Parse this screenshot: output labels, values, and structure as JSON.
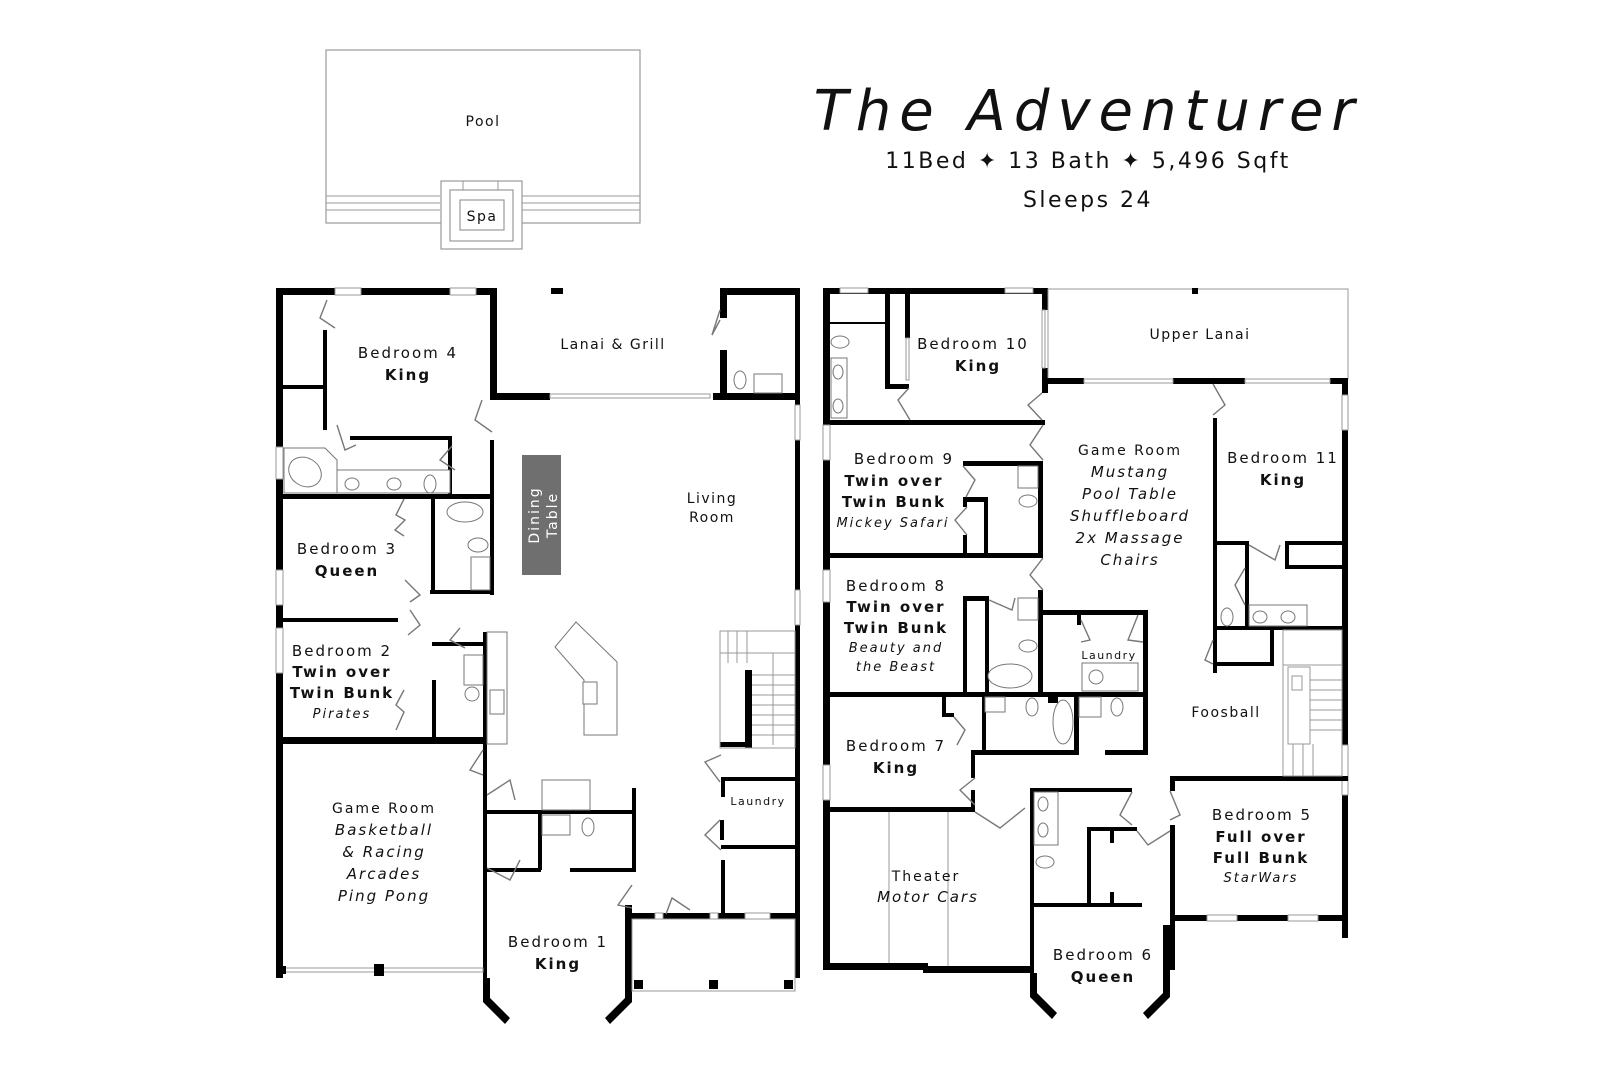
{
  "header": {
    "title": "The Adventurer",
    "stats": "11Bed ✦ 13 Bath ✦ 5,496 Sqft",
    "sleeps": "Sleeps 24"
  },
  "outdoor": {
    "pool": "Pool",
    "spa": "Spa"
  },
  "ground_floor": {
    "lanai": "Lanai & Grill",
    "dining": [
      "Dining",
      "Table"
    ],
    "living": [
      "Living",
      "Room"
    ],
    "laundry": "Laundry",
    "bedroom4": {
      "name": "Bedroom 4",
      "bed": "King"
    },
    "bedroom3": {
      "name": "Bedroom 3",
      "bed": "Queen"
    },
    "bedroom2": {
      "name": "Bedroom 2",
      "bed": [
        "Twin over",
        "Twin Bunk"
      ],
      "theme": "Pirates"
    },
    "bedroom1": {
      "name": "Bedroom 1",
      "bed": "King"
    },
    "game_room": {
      "name": "Game Room",
      "features": [
        "Basketball",
        "& Racing",
        "Arcades",
        "Ping Pong"
      ]
    }
  },
  "upper_floor": {
    "upper_lanai": "Upper Lanai",
    "bedroom10": {
      "name": "Bedroom 10",
      "bed": "King"
    },
    "bedroom9": {
      "name": "Bedroom 9",
      "bed": [
        "Twin over",
        "Twin Bunk"
      ],
      "theme": "Mickey Safari"
    },
    "bedroom8": {
      "name": "Bedroom 8",
      "bed": [
        "Twin over",
        "Twin Bunk"
      ],
      "theme": [
        "Beauty and",
        "the Beast"
      ]
    },
    "bedroom7": {
      "name": "Bedroom 7",
      "bed": "King"
    },
    "bedroom11": {
      "name": "Bedroom 11",
      "bed": "King"
    },
    "bedroom5": {
      "name": "Bedroom 5",
      "bed": [
        "Full over",
        "Full Bunk"
      ],
      "theme": "StarWars"
    },
    "bedroom6": {
      "name": "Bedroom 6",
      "bed": "Queen"
    },
    "game_room": {
      "name": "Game Room",
      "features": [
        "Mustang",
        "Pool Table",
        "Shuffleboard",
        "2x Massage",
        "Chairs"
      ]
    },
    "laundry": "Laundry",
    "foosball": "Foosball",
    "theater": {
      "name": "Theater",
      "theme": "Motor Cars"
    }
  }
}
